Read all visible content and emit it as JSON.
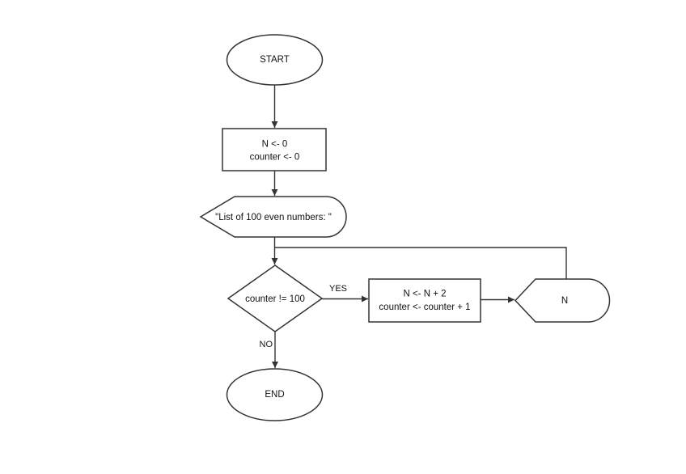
{
  "page": {
    "background": "#ffffff"
  },
  "diagram": {
    "type": "flowchart",
    "line_color": "#333333",
    "text_color": "#111111",
    "shape_fill": "#ffffff",
    "nodes": {
      "start": {
        "shape": "terminator",
        "label": "START"
      },
      "init": {
        "shape": "process",
        "line1": "N <- 0",
        "line2": "counter <- 0"
      },
      "print_header": {
        "shape": "display",
        "label": "\"List of 100 even numbers: \""
      },
      "decision": {
        "shape": "decision",
        "label": "counter != 100"
      },
      "increment": {
        "shape": "process",
        "line1": "N <- N + 2",
        "line2": "counter <- counter + 1"
      },
      "print_n": {
        "shape": "display",
        "label": "N"
      },
      "end": {
        "shape": "terminator",
        "label": "END"
      }
    },
    "branch_labels": {
      "yes": "YES",
      "no": "NO"
    }
  }
}
